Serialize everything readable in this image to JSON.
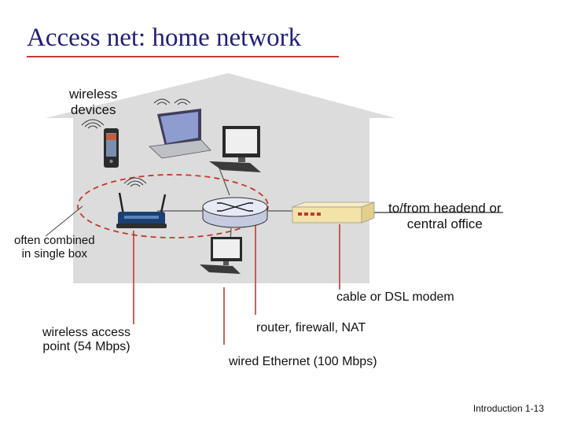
{
  "title": "Access net: home network",
  "labels": {
    "wireless_devices": "wireless\ndevices",
    "headend": "to/from headend or\ncentral office",
    "combined": "often combined\nin single box",
    "modem": "cable or DSL modem",
    "access_point": "wireless access\npoint (54 Mbps)",
    "router": "router, firewall, NAT",
    "ethernet": "wired Ethernet (100 Mbps)"
  },
  "footer": {
    "section": "Introduction",
    "page": "1-13"
  },
  "colors": {
    "house": "#dcdcdc",
    "title": "#1f1f7a",
    "accent_red": "#c0392b",
    "modem_body": "#f3e3a8"
  },
  "icons": [
    "phone-icon",
    "laptop-icon",
    "desktop-computer-icon",
    "router-icon",
    "wireless-access-point-icon",
    "cable-modem-icon",
    "wireless-signal-icon"
  ]
}
